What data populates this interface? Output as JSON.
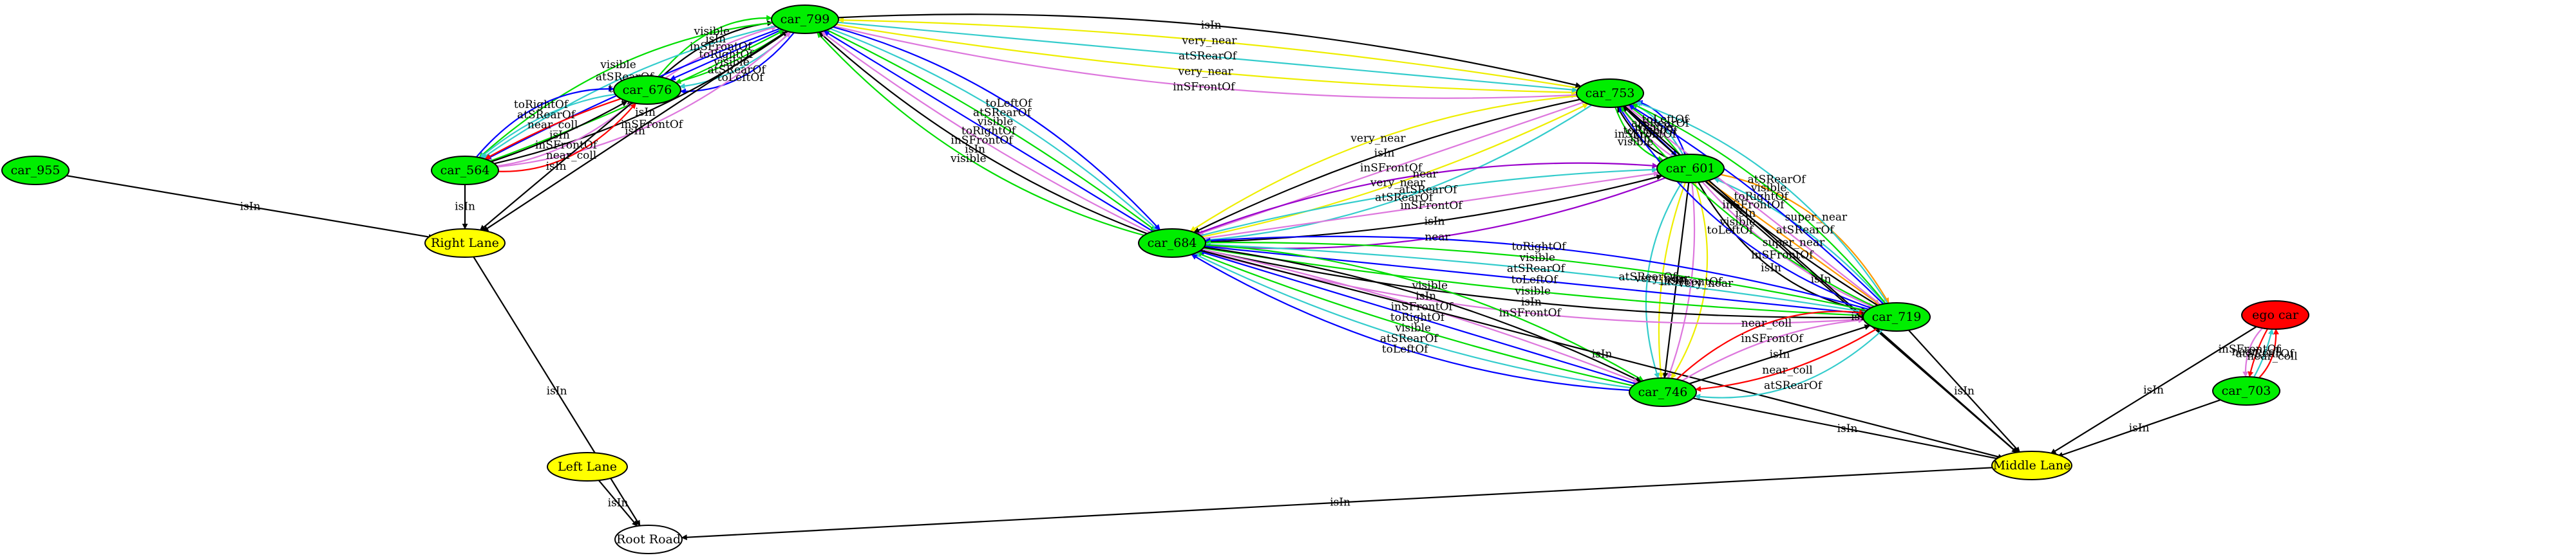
{
  "colors": {
    "car": "#00ee00",
    "lane": "#ffff00",
    "ego": "#ff0000",
    "root": "#ffffff",
    "isIn": "#000000",
    "visible": "#00dd00",
    "atSRearOf": "#33cccc",
    "toLeftOf": "#0000ff",
    "toRightOf": "#0000ff",
    "inSFrontOf": "#dd77dd",
    "near_coll": "#ff0000",
    "very_near": "#eeee00",
    "super_near": "#ff9900",
    "near": "#9900cc"
  },
  "nodes": [
    {
      "id": "car_799",
      "label": "car_799",
      "kind": "car"
    },
    {
      "id": "car_676",
      "label": "car_676",
      "kind": "car"
    },
    {
      "id": "car_564",
      "label": "car_564",
      "kind": "car"
    },
    {
      "id": "car_955",
      "label": "car_955",
      "kind": "car"
    },
    {
      "id": "right_lane",
      "label": "Right Lane",
      "kind": "lane"
    },
    {
      "id": "left_lane",
      "label": "Left Lane",
      "kind": "lane"
    },
    {
      "id": "root_road",
      "label": "Root Road",
      "kind": "root"
    },
    {
      "id": "car_753",
      "label": "car_753",
      "kind": "car"
    },
    {
      "id": "car_601",
      "label": "car_601",
      "kind": "car"
    },
    {
      "id": "car_684",
      "label": "car_684",
      "kind": "car"
    },
    {
      "id": "car_719",
      "label": "car_719",
      "kind": "car"
    },
    {
      "id": "car_746",
      "label": "car_746",
      "kind": "car"
    },
    {
      "id": "ego_car",
      "label": "ego car",
      "kind": "ego"
    },
    {
      "id": "car_703",
      "label": "car_703",
      "kind": "car"
    },
    {
      "id": "middle_lane",
      "label": "Middle Lane",
      "kind": "lane"
    }
  ],
  "edges": [
    {
      "from": "car_676",
      "to": "car_799",
      "label": "visible"
    },
    {
      "from": "car_676",
      "to": "car_799",
      "label": "isIn"
    },
    {
      "from": "car_676",
      "to": "car_799",
      "label": "inSFrontOf"
    },
    {
      "from": "car_799",
      "to": "car_676",
      "label": "toRightOf"
    },
    {
      "from": "car_799",
      "to": "car_676",
      "label": "visible"
    },
    {
      "from": "car_799",
      "to": "car_676",
      "label": "atSRearOf"
    },
    {
      "from": "car_799",
      "to": "car_676",
      "label": "toLeftOf"
    },
    {
      "from": "car_799",
      "to": "car_564",
      "label": "visible"
    },
    {
      "from": "car_799",
      "to": "car_564",
      "label": "atSRearOf"
    },
    {
      "from": "car_799",
      "to": "car_564",
      "label": "toLeftOf"
    },
    {
      "from": "car_564",
      "to": "car_799",
      "label": "visible"
    },
    {
      "from": "car_564",
      "to": "car_799",
      "label": "isIn"
    },
    {
      "from": "car_564",
      "to": "car_799",
      "label": "inSFrontOf"
    },
    {
      "from": "car_564",
      "to": "car_676",
      "label": "toRightOf"
    },
    {
      "from": "car_676",
      "to": "car_564",
      "label": "atSRearOf"
    },
    {
      "from": "car_676",
      "to": "car_564",
      "label": "near_coll"
    },
    {
      "from": "car_564",
      "to": "car_676",
      "label": "isIn"
    },
    {
      "from": "car_564",
      "to": "car_676",
      "label": "inSFrontOf"
    },
    {
      "from": "car_564",
      "to": "car_676",
      "label": "near_coll"
    },
    {
      "from": "car_799",
      "to": "right_lane",
      "label": "isIn"
    },
    {
      "from": "car_676",
      "to": "right_lane",
      "label": "isIn"
    },
    {
      "from": "car_564",
      "to": "right_lane",
      "label": "isIn"
    },
    {
      "from": "car_955",
      "to": "right_lane",
      "label": "isIn"
    },
    {
      "from": "right_lane",
      "to": "root_road",
      "label": "isIn"
    },
    {
      "from": "left_lane",
      "to": "root_road",
      "label": "isIn"
    },
    {
      "from": "middle_lane",
      "to": "root_road",
      "label": "isIn"
    },
    {
      "from": "car_799",
      "to": "car_753",
      "label": "inSFrontOf"
    },
    {
      "from": "car_799",
      "to": "car_753",
      "label": "very_near"
    },
    {
      "from": "car_799",
      "to": "car_753",
      "label": "atSRearOf"
    },
    {
      "from": "car_753",
      "to": "car_799",
      "label": "very_near"
    },
    {
      "from": "car_799",
      "to": "car_753",
      "label": "isIn"
    },
    {
      "from": "car_684",
      "to": "car_799",
      "label": "visible"
    },
    {
      "from": "car_684",
      "to": "car_799",
      "label": "isIn"
    },
    {
      "from": "car_684",
      "to": "car_799",
      "label": "inSFrontOf"
    },
    {
      "from": "car_684",
      "to": "car_799",
      "label": "toRightOf"
    },
    {
      "from": "car_799",
      "to": "car_684",
      "label": "visible"
    },
    {
      "from": "car_799",
      "to": "car_684",
      "label": "atSRearOf"
    },
    {
      "from": "car_799",
      "to": "car_684",
      "label": "toLeftOf"
    },
    {
      "from": "car_753",
      "to": "car_684",
      "label": "very_near"
    },
    {
      "from": "car_753",
      "to": "car_684",
      "label": "isIn"
    },
    {
      "from": "car_753",
      "to": "car_684",
      "label": "inSFrontOf"
    },
    {
      "from": "car_684",
      "to": "car_753",
      "label": "very_near"
    },
    {
      "from": "car_753",
      "to": "car_684",
      "label": "atSRearOf"
    },
    {
      "from": "car_753",
      "to": "car_601",
      "label": "visible"
    },
    {
      "from": "car_601",
      "to": "car_753",
      "label": "isIn"
    },
    {
      "from": "car_601",
      "to": "car_753",
      "label": "inSFrontOf"
    },
    {
      "from": "car_753",
      "to": "car_601",
      "label": "toRightOf"
    },
    {
      "from": "car_601",
      "to": "car_753",
      "label": "visible"
    },
    {
      "from": "car_601",
      "to": "car_753",
      "label": "atSRearOf"
    },
    {
      "from": "car_601",
      "to": "car_753",
      "label": "toLeftOf"
    },
    {
      "from": "car_601",
      "to": "car_684",
      "label": "near"
    },
    {
      "from": "car_684",
      "to": "car_601",
      "label": "isIn"
    },
    {
      "from": "car_684",
      "to": "car_601",
      "label": "inSFrontOf"
    },
    {
      "from": "car_684",
      "to": "car_601",
      "label": "atSRearOf"
    },
    {
      "from": "car_684",
      "to": "car_601",
      "label": "near"
    },
    {
      "from": "car_601",
      "to": "car_719",
      "label": "super_near"
    },
    {
      "from": "car_719",
      "to": "car_601",
      "label": "atSRearOf"
    },
    {
      "from": "car_601",
      "to": "car_719",
      "label": "super_near"
    },
    {
      "from": "car_601",
      "to": "car_719",
      "label": "inSFrontOf"
    },
    {
      "from": "car_601",
      "to": "car_719",
      "label": "isIn"
    },
    {
      "from": "car_601",
      "to": "car_746",
      "label": "very_near"
    },
    {
      "from": "car_601",
      "to": "car_746",
      "label": "inSFrontOf"
    },
    {
      "from": "car_601",
      "to": "car_746",
      "label": "isIn"
    },
    {
      "from": "car_601",
      "to": "middle_lane",
      "label": "isIn"
    },
    {
      "from": "car_601",
      "to": "car_746",
      "label": "very_near"
    },
    {
      "from": "car_601",
      "to": "car_746",
      "label": "atSRearOf"
    },
    {
      "from": "car_719",
      "to": "car_753",
      "label": "toLeftOf"
    },
    {
      "from": "car_719",
      "to": "car_753",
      "label": "visible"
    },
    {
      "from": "car_719",
      "to": "car_753",
      "label": "isIn"
    },
    {
      "from": "car_719",
      "to": "car_753",
      "label": "inSFrontOf"
    },
    {
      "from": "car_719",
      "to": "car_753",
      "label": "toRightOf"
    },
    {
      "from": "car_719",
      "to": "car_753",
      "label": "visible"
    },
    {
      "from": "car_719",
      "to": "car_753",
      "label": "atSRearOf"
    },
    {
      "from": "car_753",
      "to": "middle_lane",
      "label": "isIn"
    },
    {
      "from": "car_719",
      "to": "car_684",
      "label": "toRightOf"
    },
    {
      "from": "car_719",
      "to": "car_684",
      "label": "visible"
    },
    {
      "from": "car_719",
      "to": "car_684",
      "label": "atSRearOf"
    },
    {
      "from": "car_719",
      "to": "car_684",
      "label": "toLeftOf"
    },
    {
      "from": "car_684",
      "to": "car_719",
      "label": "visible"
    },
    {
      "from": "car_684",
      "to": "car_719",
      "label": "isIn"
    },
    {
      "from": "car_684",
      "to": "car_719",
      "label": "inSFrontOf"
    },
    {
      "from": "car_684",
      "to": "car_746",
      "label": "visible"
    },
    {
      "from": "car_684",
      "to": "car_746",
      "label": "isIn"
    },
    {
      "from": "car_684",
      "to": "car_746",
      "label": "inSFrontOf"
    },
    {
      "from": "car_746",
      "to": "car_684",
      "label": "toRightOf"
    },
    {
      "from": "car_746",
      "to": "car_684",
      "label": "visible"
    },
    {
      "from": "car_746",
      "to": "car_684",
      "label": "atSRearOf"
    },
    {
      "from": "car_746",
      "to": "car_684",
      "label": "toLeftOf"
    },
    {
      "from": "car_684",
      "to": "middle_lane",
      "label": "isIn"
    },
    {
      "from": "car_719",
      "to": "car_746",
      "label": "atSRearOf"
    },
    {
      "from": "car_719",
      "to": "car_746",
      "label": "near_coll"
    },
    {
      "from": "car_746",
      "to": "car_719",
      "label": "isIn"
    },
    {
      "from": "car_746",
      "to": "car_719",
      "label": "inSFrontOf"
    },
    {
      "from": "car_746",
      "to": "car_719",
      "label": "near_coll"
    },
    {
      "from": "car_719",
      "to": "middle_lane",
      "label": "isIn"
    },
    {
      "from": "car_746",
      "to": "middle_lane",
      "label": "isIn"
    },
    {
      "from": "ego_car",
      "to": "car_703",
      "label": "inSFrontOf"
    },
    {
      "from": "ego_car",
      "to": "car_703",
      "label": "near_coll"
    },
    {
      "from": "car_703",
      "to": "ego_car",
      "label": "atSRearOf"
    },
    {
      "from": "car_703",
      "to": "ego_car",
      "label": "near_coll"
    },
    {
      "from": "ego_car",
      "to": "middle_lane",
      "label": "isIn"
    },
    {
      "from": "car_703",
      "to": "middle_lane",
      "label": "isIn"
    }
  ]
}
